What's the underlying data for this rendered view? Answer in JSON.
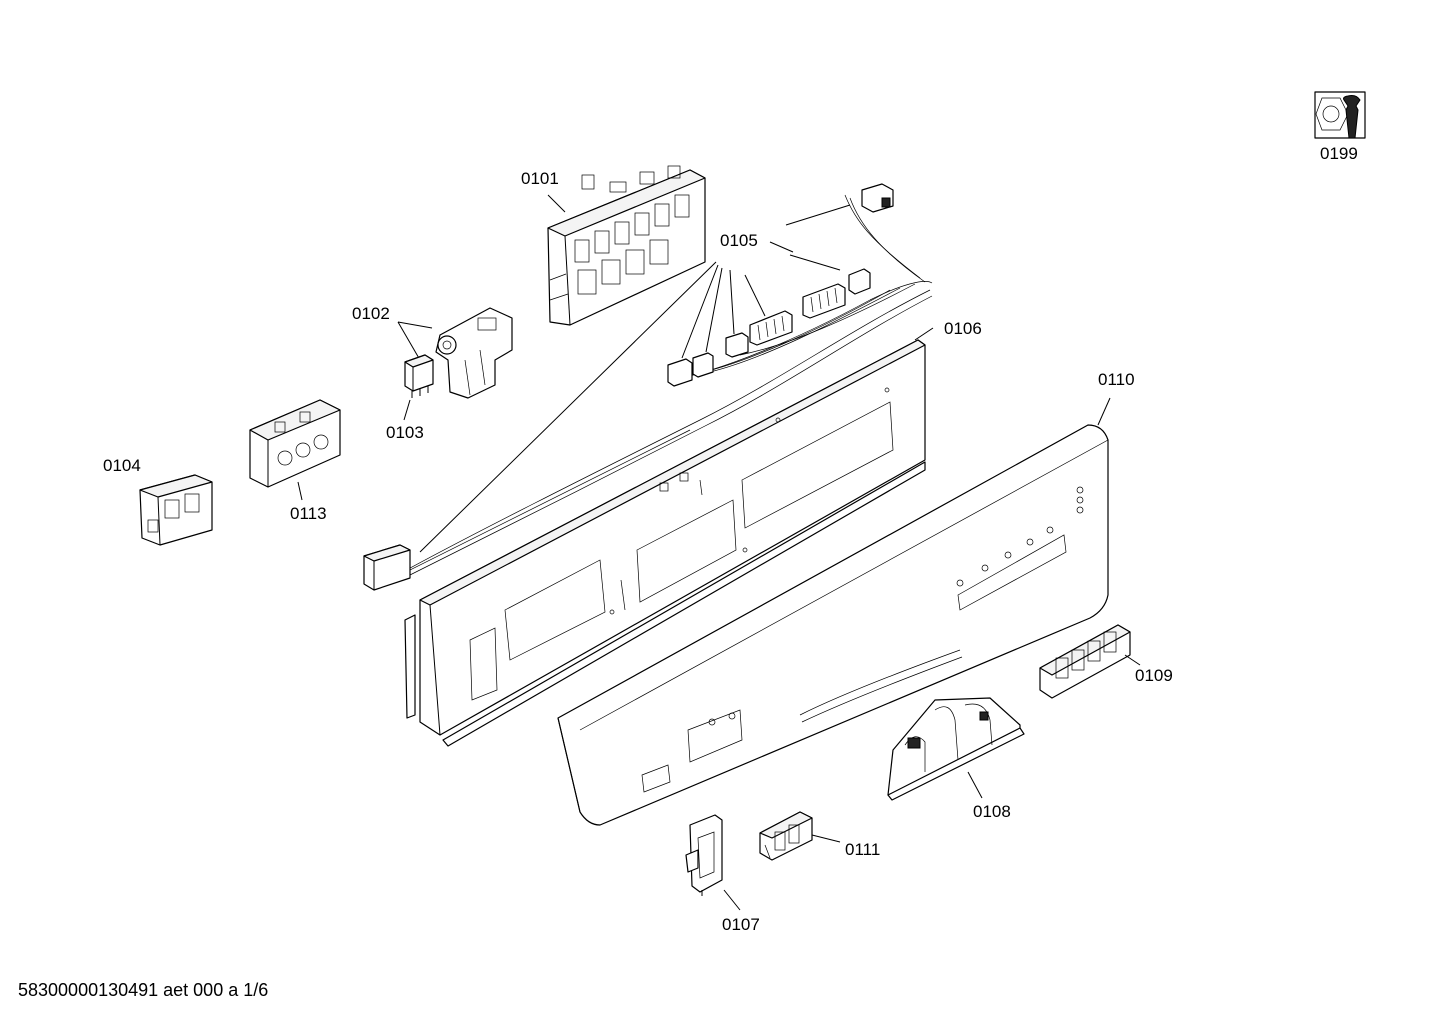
{
  "labels": {
    "p0101": "0101",
    "p0102": "0102",
    "p0103": "0103",
    "p0104": "0104",
    "p0105": "0105",
    "p0106": "0106",
    "p0107": "0107",
    "p0108": "0108",
    "p0109": "0109",
    "p0110": "0110",
    "p0111": "0111",
    "p0113": "0113",
    "p0199": "0199"
  },
  "footer": "58300000130491 aet 000 a 1/6",
  "icons": {
    "service": "wrench-nut-icon"
  }
}
